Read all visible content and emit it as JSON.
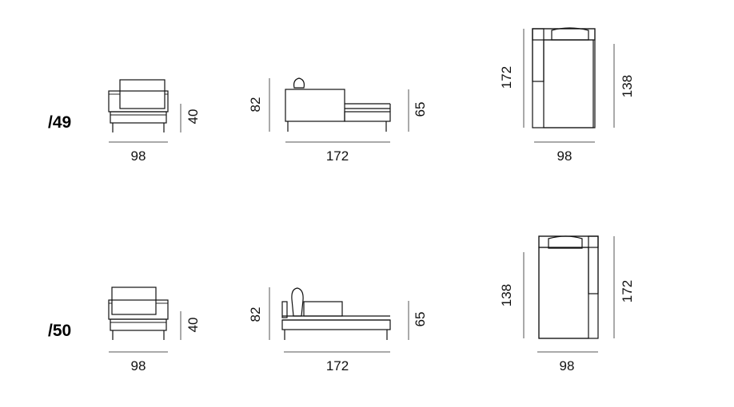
{
  "variants": [
    {
      "code": "/49",
      "front": {
        "width": "98",
        "height": "40"
      },
      "side": {
        "height_back": "82",
        "height_seat": "65",
        "length": "172"
      },
      "top": {
        "length_left": "172",
        "length_right": "138",
        "width": "98"
      }
    },
    {
      "code": "/50",
      "front": {
        "width": "98",
        "height": "40"
      },
      "side": {
        "height_back": "82",
        "height_seat": "65",
        "length": "172"
      },
      "top": {
        "length_left": "138",
        "length_right": "172",
        "width": "98"
      }
    }
  ]
}
